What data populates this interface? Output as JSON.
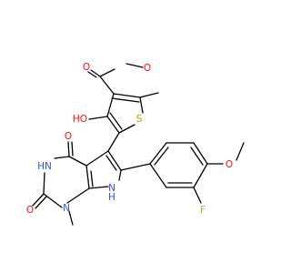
{
  "structure": {
    "atoms": [
      {
        "id": "o_ether",
        "label": "O",
        "color": "#ff0d0d"
      },
      {
        "id": "o_carbonyl",
        "label": "O",
        "color": "#ff0d0d"
      },
      {
        "id": "oh",
        "label": "HO",
        "color": "#ff0d0d"
      },
      {
        "id": "s",
        "label": "S",
        "color": "#b8a000"
      },
      {
        "id": "o_upper",
        "label": "O",
        "color": "#ff0d0d"
      },
      {
        "id": "nh_imide",
        "label": "HN",
        "color": "#3050f8"
      },
      {
        "id": "o_lower",
        "label": "O",
        "color": "#ff0d0d"
      },
      {
        "id": "n_methyl",
        "label": "N",
        "color": "#3050f8"
      },
      {
        "id": "nh_pyrrole_n",
        "label": "N",
        "color": "#3050f8"
      },
      {
        "id": "nh_pyrrole_h",
        "label": "H",
        "color": "#3050f8"
      },
      {
        "id": "o_methoxy",
        "label": "O",
        "color": "#ff0d0d"
      },
      {
        "id": "f",
        "label": "F",
        "color": "#90c030"
      }
    ]
  }
}
